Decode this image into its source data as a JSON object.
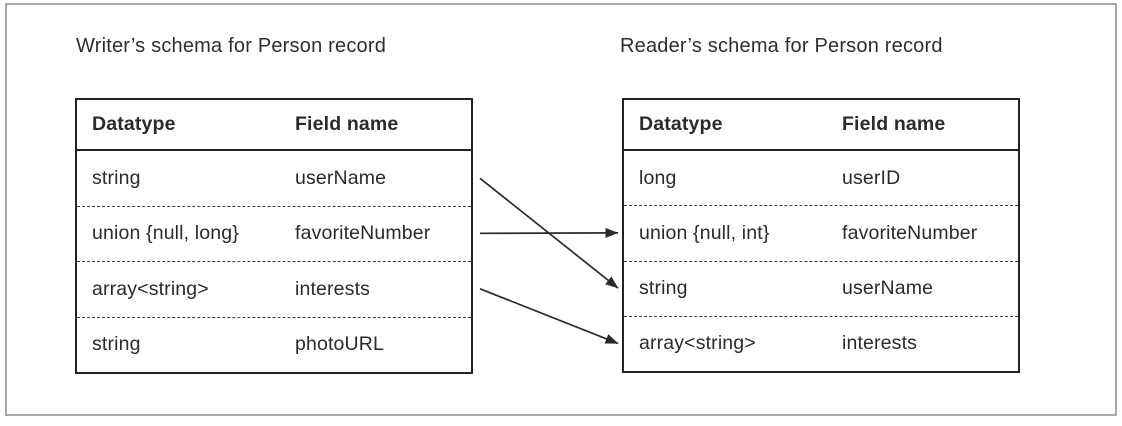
{
  "figure": {
    "writer_schema": {
      "title": "Writer’s schema for Person record",
      "headers": {
        "datatype": "Datatype",
        "field": "Field name"
      },
      "rows": [
        {
          "datatype": "string",
          "field": "userName"
        },
        {
          "datatype": "union {null, long}",
          "field": "favoriteNumber"
        },
        {
          "datatype": "array<string>",
          "field": "interests"
        },
        {
          "datatype": "string",
          "field": "photoURL"
        }
      ]
    },
    "reader_schema": {
      "title": "Reader’s schema for Person record",
      "headers": {
        "datatype": "Datatype",
        "field": "Field name"
      },
      "rows": [
        {
          "datatype": "long",
          "field": "userID"
        },
        {
          "datatype": "union {null, int}",
          "field": "favoriteNumber"
        },
        {
          "datatype": "string",
          "field": "userName"
        },
        {
          "datatype": "array<string>",
          "field": "interests"
        }
      ]
    },
    "connections": [
      {
        "from": 0,
        "to": 2
      },
      {
        "from": 1,
        "to": 1
      },
      {
        "from": 2,
        "to": 3
      }
    ],
    "colors": {
      "arrow_line": "#2b2b2b",
      "table_border": "#222222",
      "dashed_divider": "#3f3f3f",
      "frame_border": "#a8a8a8",
      "text": "#2b2b2b",
      "background": "#ffffff"
    }
  }
}
